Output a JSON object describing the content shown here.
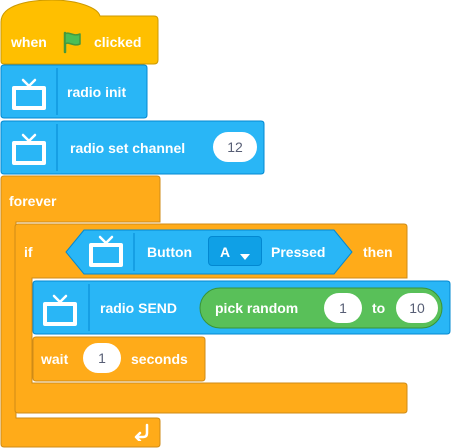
{
  "colors": {
    "events": "#ffbf00",
    "events_border": "#cc9900",
    "extension": "#0fbd8c",
    "radio": "#29b6f6",
    "radio_border": "#0288d1",
    "control": "#ffab19",
    "control_border": "#cf8b17",
    "operators": "#59c059",
    "operators_border": "#389438",
    "flag": "#4cbf56"
  },
  "hat_block": {
    "when_label": "when",
    "flag_icon": "green-flag-icon",
    "clicked_label": "clicked"
  },
  "radio_init_block": {
    "icon": "tv-icon",
    "label": "radio init"
  },
  "radio_channel_block": {
    "icon": "tv-icon",
    "label": "radio set channel",
    "value": "12"
  },
  "forever_block": {
    "label": "forever",
    "loop_icon": "loop-arrow-icon"
  },
  "if_block": {
    "if_label": "if",
    "then_label": "then"
  },
  "button_pressed_block": {
    "icon": "tv-icon",
    "button_label": "Button",
    "dropdown_value": "A",
    "pressed_label": "Pressed"
  },
  "radio_send_block": {
    "icon": "tv-icon",
    "label": "radio SEND"
  },
  "pick_random_block": {
    "label": "pick random",
    "from_value": "1",
    "to_label": "to",
    "to_value": "10"
  },
  "wait_block": {
    "wait_label": "wait",
    "value": "1",
    "seconds_label": "seconds"
  }
}
